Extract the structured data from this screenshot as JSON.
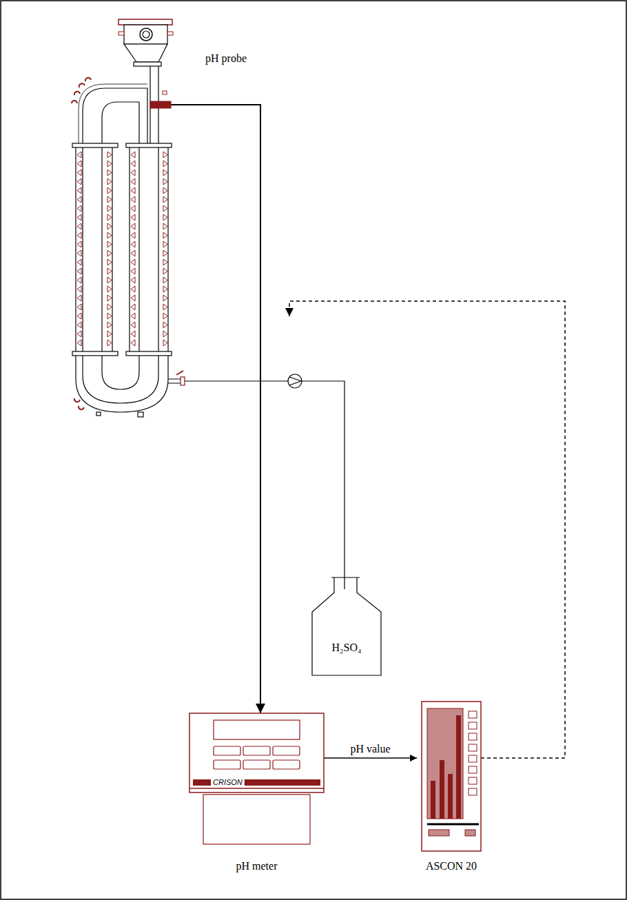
{
  "diagram": {
    "nodes": [
      {
        "text": [
          "pH probe"
        ]
      },
      {
        "text": [
          "H₂SO₄"
        ]
      },
      {
        "text": [
          "CRISON",
          "pH meter"
        ]
      },
      {
        "text": [
          "ASCON 20"
        ]
      }
    ],
    "edges": [
      {
        "from": 0,
        "to": 2,
        "arrow": "to"
      },
      {
        "from": 2,
        "to": 3,
        "label": "pH value",
        "arrow": "to"
      }
    ]
  }
}
